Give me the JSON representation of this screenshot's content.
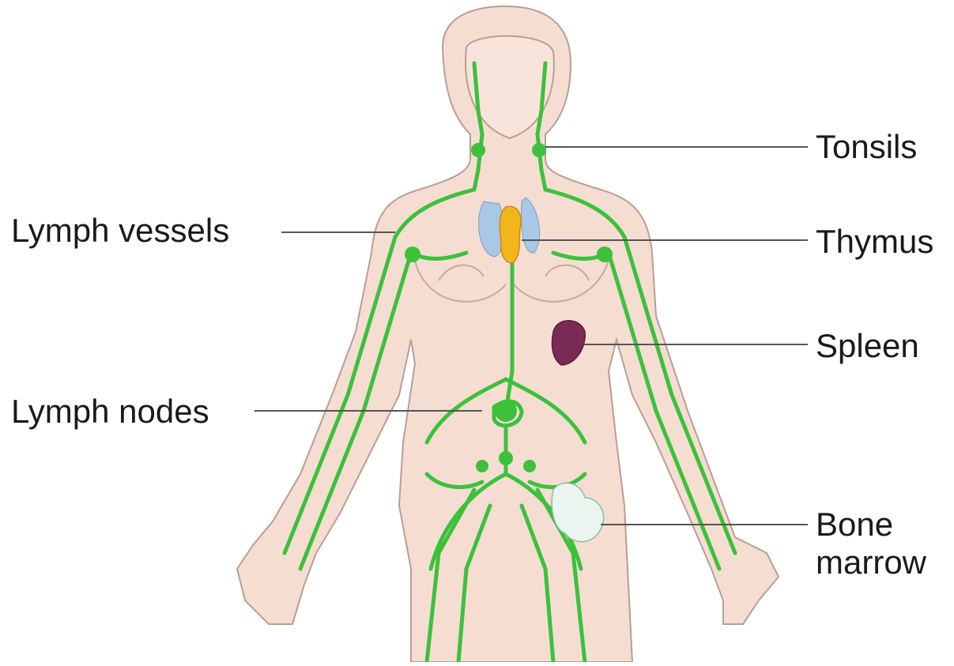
{
  "diagram": {
    "labels": {
      "tonsils": "Tonsils",
      "lymph_vessels": "Lymph vessels",
      "thymus": "Thymus",
      "spleen": "Spleen",
      "lymph_nodes": "Lymph nodes",
      "bone_marrow_line1": "Bone",
      "bone_marrow_line2": "marrow"
    },
    "colors": {
      "skin": "#f6ddd2",
      "skin_outline": "#b89e95",
      "lymph": "#3cc13c",
      "thymus": "#f2b51c",
      "spleen": "#7a2b55",
      "lung": "#a9c8e8",
      "bone_marrow": "#eaf5ef",
      "leader_line": "#555555"
    }
  }
}
